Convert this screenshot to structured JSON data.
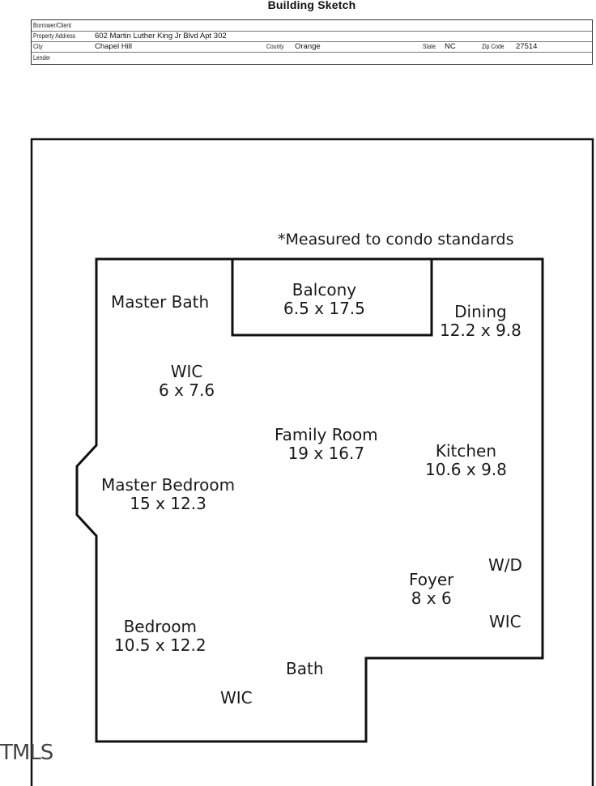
{
  "header": {
    "title": "Building Sketch",
    "fields": {
      "borrower_label": "Borrower/Client",
      "borrower_value": "",
      "address_label": "Property Address",
      "address_value": "602 Martin Luther King Jr Blvd Apt 302",
      "city_label": "City",
      "city_value": "Chapel Hill",
      "county_label": "County",
      "county_value": "Orange",
      "state_label": "State",
      "state_value": "NC",
      "zip_label": "Zip Code",
      "zip_value": "27514",
      "lender_label": "Lender",
      "lender_value": ""
    }
  },
  "sketch": {
    "note": "*Measured to condo standards",
    "rooms": {
      "master_bath": {
        "name": "Master Bath"
      },
      "balcony": {
        "name": "Balcony",
        "dims": "6.5 x 17.5"
      },
      "dining": {
        "name": "Dining",
        "dims": "12.2 x 9.8"
      },
      "wic_master": {
        "name": "WIC",
        "dims": "6 x 7.6"
      },
      "family_room": {
        "name": "Family Room",
        "dims": "19 x 16.7"
      },
      "kitchen": {
        "name": "Kitchen",
        "dims": "10.6 x 9.8"
      },
      "master_bedroom": {
        "name": "Master Bedroom",
        "dims": "15 x 12.3"
      },
      "wd": {
        "name": "W/D"
      },
      "foyer": {
        "name": "Foyer",
        "dims": "8 x 6"
      },
      "wic_foyer": {
        "name": "WIC"
      },
      "bedroom": {
        "name": "Bedroom",
        "dims": "10.5 x 12.2"
      },
      "bath": {
        "name": "Bath"
      },
      "wic_bedroom": {
        "name": "WIC"
      }
    }
  },
  "watermark": "TMLS"
}
